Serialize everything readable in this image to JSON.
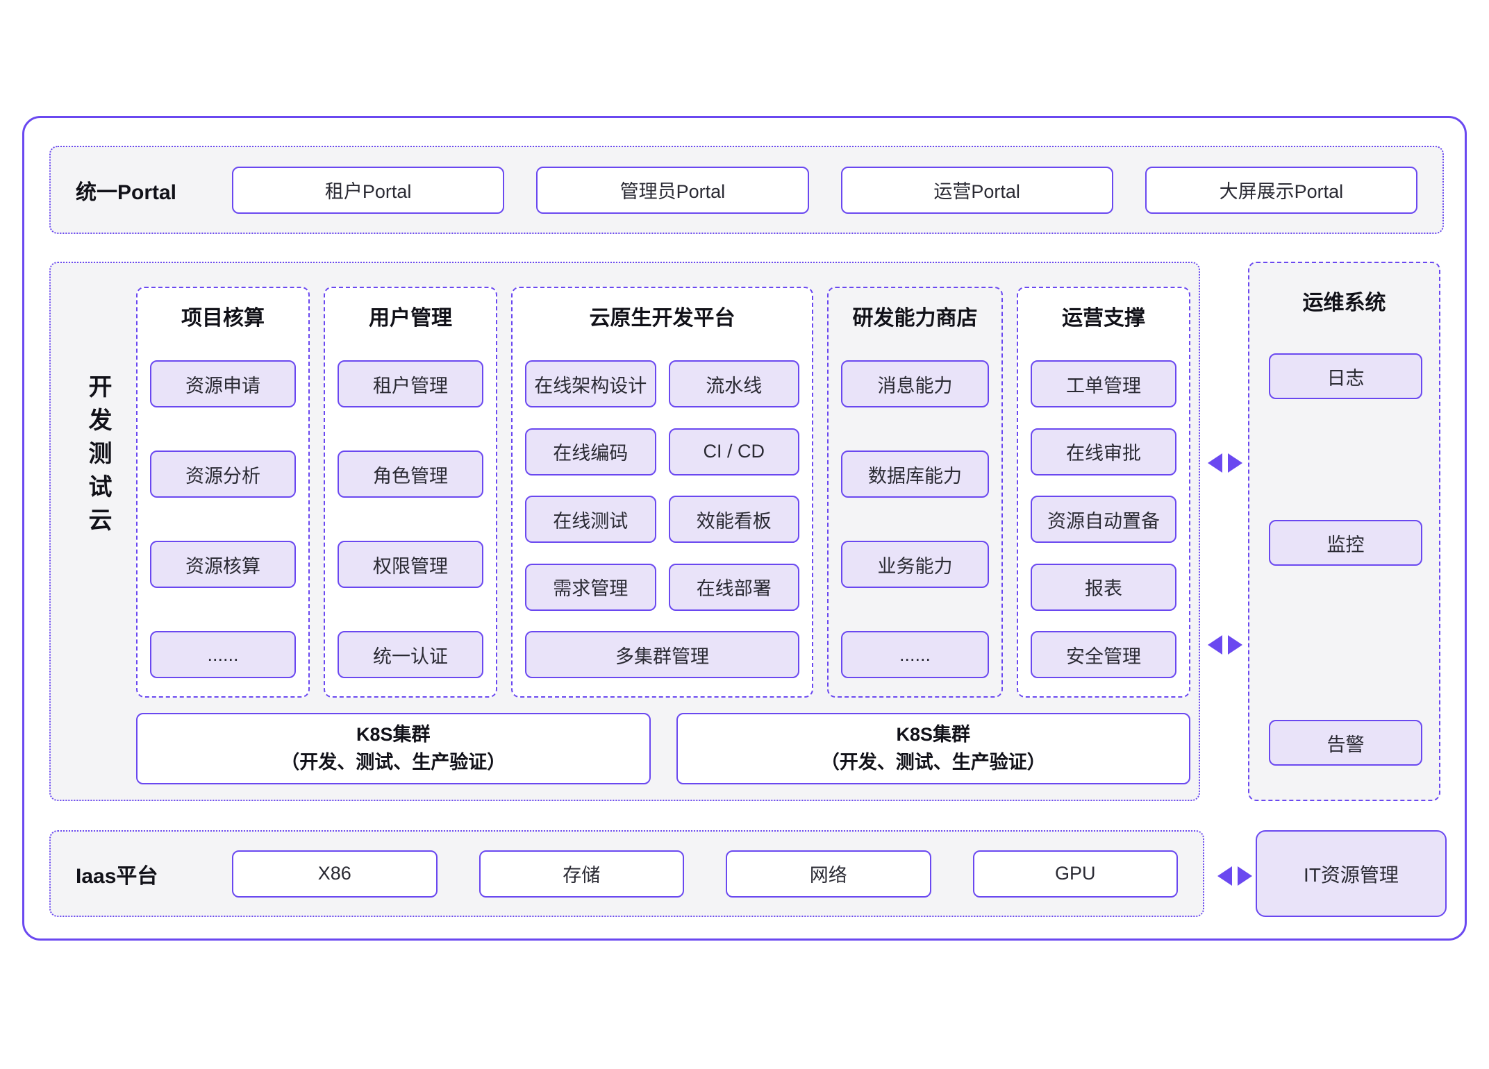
{
  "colors": {
    "purple": "#6A48F0",
    "lavender": "#E9E3F9",
    "sectionbg": "#F4F4F6",
    "titlecol": "#111118",
    "bodycol": "#2A2A33",
    "white": "#FFFFFF"
  },
  "portal_section": {
    "label": "统一Portal",
    "items": [
      "租户Portal",
      "管理员Portal",
      "运营Portal",
      "大屏展示Portal"
    ]
  },
  "dev_cloud": {
    "label_vertical": "开发测试云",
    "columns": [
      {
        "title": "项目核算",
        "items": [
          "资源申请",
          "资源分析",
          "资源核算",
          "......"
        ]
      },
      {
        "title": "用户管理",
        "items": [
          "租户管理",
          "角色管理",
          "权限管理",
          "统一认证"
        ]
      },
      {
        "title": "云原生开发平台",
        "rows": [
          [
            "在线架构设计",
            "流水线"
          ],
          [
            "在线编码",
            "CI / CD"
          ],
          [
            "在线测试",
            "效能看板"
          ],
          [
            "需求管理",
            "在线部署"
          ]
        ],
        "full_row": "多集群管理"
      },
      {
        "title": "研发能力商店",
        "items": [
          "消息能力",
          "数据库能力",
          "业务能力",
          "......"
        ]
      },
      {
        "title": "运营支撑",
        "items": [
          "工单管理",
          "在线审批",
          "资源自动置备",
          "报表",
          "安全管理"
        ]
      }
    ],
    "k8s_clusters": [
      {
        "line1": "K8S集群",
        "line2": "（开发、测试、生产验证）"
      },
      {
        "line1": "K8S集群",
        "line2": "（开发、测试、生产验证）"
      }
    ]
  },
  "ops_panel": {
    "title": "运维系统",
    "items": [
      "日志",
      "监控",
      "告警"
    ]
  },
  "iaas_section": {
    "label": "Iaas平台",
    "items": [
      "X86",
      "存储",
      "网络",
      "GPU"
    ]
  },
  "it_box": {
    "label": "IT资源管理"
  }
}
